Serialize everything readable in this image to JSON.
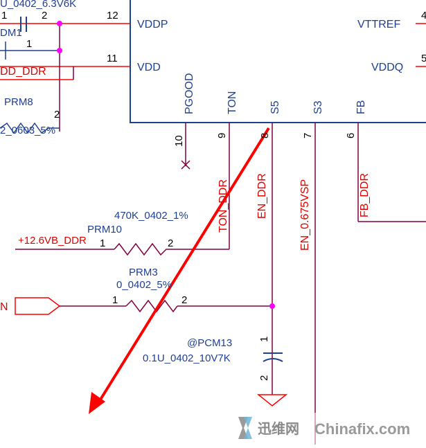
{
  "ic": {
    "pins_left": [
      {
        "num": "12",
        "name": "VDDP"
      },
      {
        "num": "11",
        "name": "VDD"
      }
    ],
    "pins_right": [
      {
        "name": "VTTREF"
      },
      {
        "name": "VDDQ"
      }
    ],
    "pins_bottom": [
      {
        "num": "10",
        "name": "PGOOD"
      },
      {
        "num": "9",
        "name": "TON"
      },
      {
        "num": "8",
        "name": "S5"
      },
      {
        "num": "7",
        "name": "S3"
      },
      {
        "num": "6",
        "name": "FB"
      }
    ],
    "right_pin_numbers": [
      "4",
      "5"
    ]
  },
  "components": {
    "top_cap_value": "U_0402_6.3V6K",
    "top_cap_pin1": "1",
    "top_cap_pin2": "2",
    "dm1_label": "DM1",
    "dm1_pin": "1",
    "vdd_ddr_net": "DD_DDR",
    "prm8_label": "PRM8",
    "prm8_value": "2_0603_5%",
    "prm8_pin2": "2",
    "prm10_value": "470K_0402_1%",
    "prm10_label": "PRM10",
    "prm10_pin1": "1",
    "prm10_pin2": "2",
    "prm10_net": "+12.6VB_DDR",
    "prm3_label": "PRM3",
    "prm3_value": "0_0402_5%",
    "prm3_pin1": "1",
    "prm3_pin2": "2",
    "in_port_label": "N",
    "pcm13_label": "@PCM13",
    "pcm13_value": "0.1U_0402_10V7K",
    "pcm13_pin1": "1",
    "pcm13_pin2": "2"
  },
  "nets": {
    "ton": "TON_DDR",
    "en": "EN_DDR",
    "s3": "EN_0.675VSP",
    "fb": "FB_DDR"
  },
  "watermark": {
    "cn_text": "迅维网",
    "site_text": "Chinafix.com"
  },
  "colors": {
    "wire": "#ff0000",
    "wire_dark": "#800040",
    "text_blue": "#1f3f8f",
    "text_red": "#e00000",
    "junction": "#ff00ff",
    "pin_num": "#000000"
  }
}
